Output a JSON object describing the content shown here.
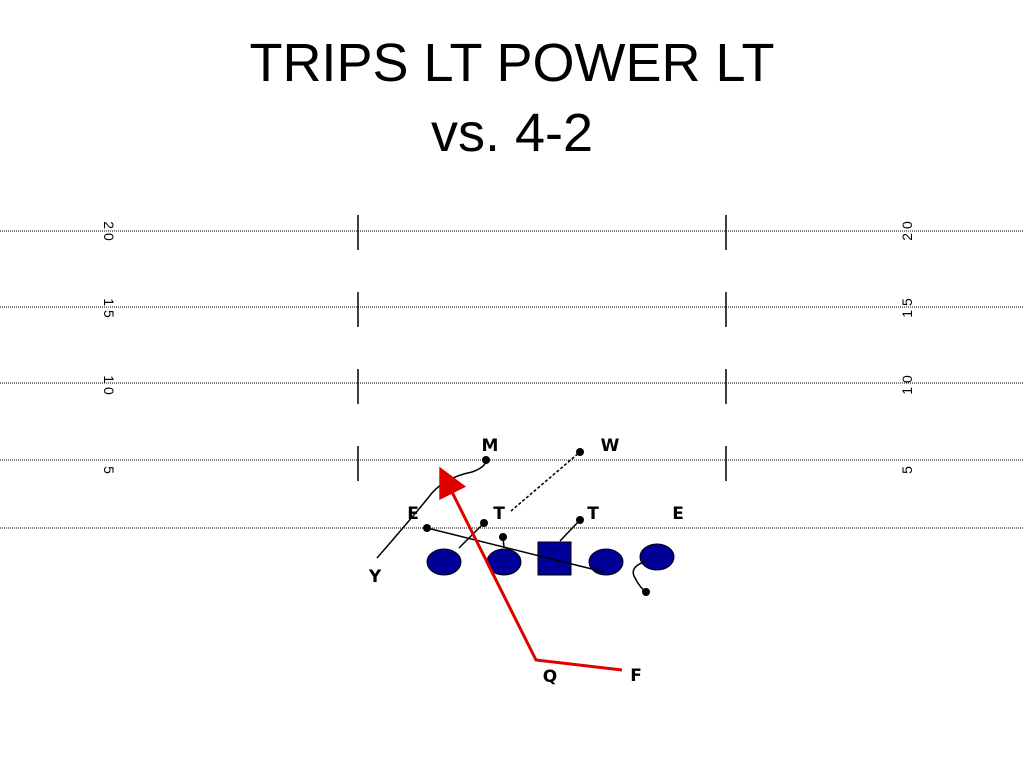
{
  "title": {
    "line1": "TRIPS LT POWER LT",
    "line2": "vs. 4-2"
  },
  "yard_markers": {
    "left": [
      "2 0",
      "1 5",
      "1 0",
      "5"
    ],
    "right": [
      "2 0",
      "1 5",
      "1 0",
      "5"
    ]
  },
  "defense": {
    "M": "M",
    "W": "W",
    "E_left": "E",
    "T_left": "T",
    "T_right": "T",
    "E_right": "E"
  },
  "offense": {
    "Y": "Y",
    "Q": "Q",
    "F": "F"
  },
  "colors": {
    "offense_fill": "#000099",
    "ball_carrier_route": "#e00000",
    "block_line": "#000000",
    "yard_line": "#000000"
  }
}
